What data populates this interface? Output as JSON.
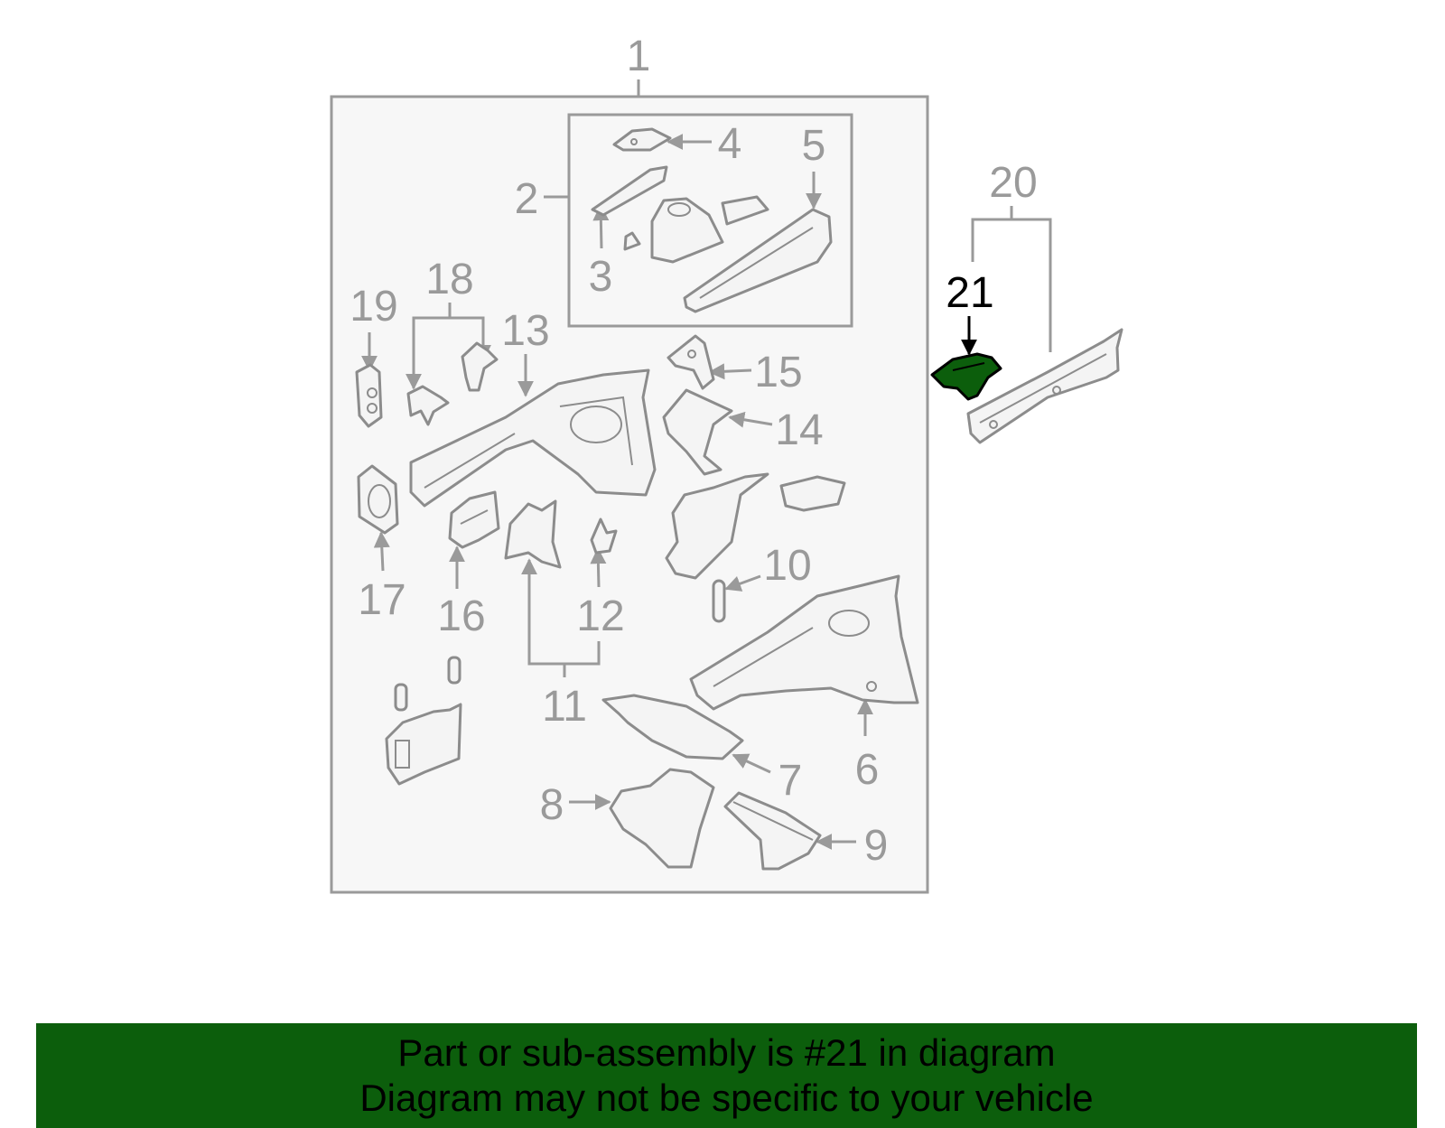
{
  "callouts": {
    "c1": "1",
    "c2": "2",
    "c3": "3",
    "c4": "4",
    "c5": "5",
    "c6": "6",
    "c7": "7",
    "c8": "8",
    "c9": "9",
    "c10": "10",
    "c11": "11",
    "c12": "12",
    "c13": "13",
    "c14": "14",
    "c15": "15",
    "c16": "16",
    "c17": "17",
    "c18": "18",
    "c19": "19",
    "c20": "20",
    "c21": "21"
  },
  "highlight": {
    "part": "21",
    "color": "#0c5e0c"
  },
  "banner": {
    "line1": "Part or sub-assembly is #21 in diagram",
    "line2": "Diagram may not be specific to your vehicle",
    "background": "#0c5e0c"
  }
}
